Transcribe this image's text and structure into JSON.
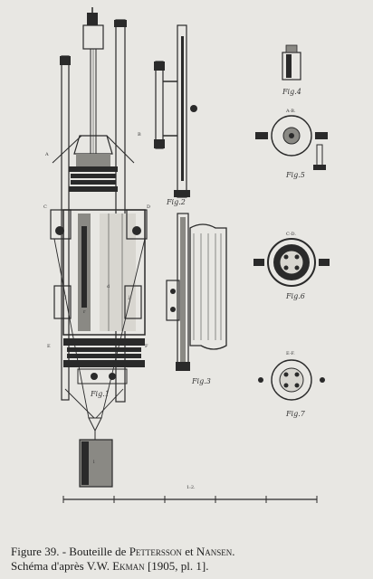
{
  "plate": {
    "figures": {
      "fig1": "Fig.1",
      "fig2": "Fig.2",
      "fig3": "Fig.3",
      "fig4": "Fig.4",
      "fig5": "Fig.5",
      "fig6": "Fig.6",
      "fig7": "Fig.7"
    },
    "section_marks": {
      "a": "A",
      "b": "B",
      "c": "C",
      "d": "D",
      "e": "E",
      "f": "F"
    },
    "detail_marks": {
      "ab": "A-B.",
      "cd": "C-D.",
      "ef": "E-F."
    },
    "part_marks": {
      "j_left": "j",
      "j_right": "j",
      "l": "l",
      "d": "d",
      "r": "r"
    },
    "scale": {
      "ratio": "1:2.",
      "divisions": 5
    }
  },
  "caption": {
    "line1_prefix": "Figure 39. - Bouteille de ",
    "line1_name1": "Pettersson",
    "line1_mid": " et ",
    "line1_name2": "Nansen",
    "line1_end": ".",
    "line2_prefix": "Schéma d'après V.W. ",
    "line2_name": "Ekman",
    "line2_suffix": " [1905, pl. 1]."
  }
}
